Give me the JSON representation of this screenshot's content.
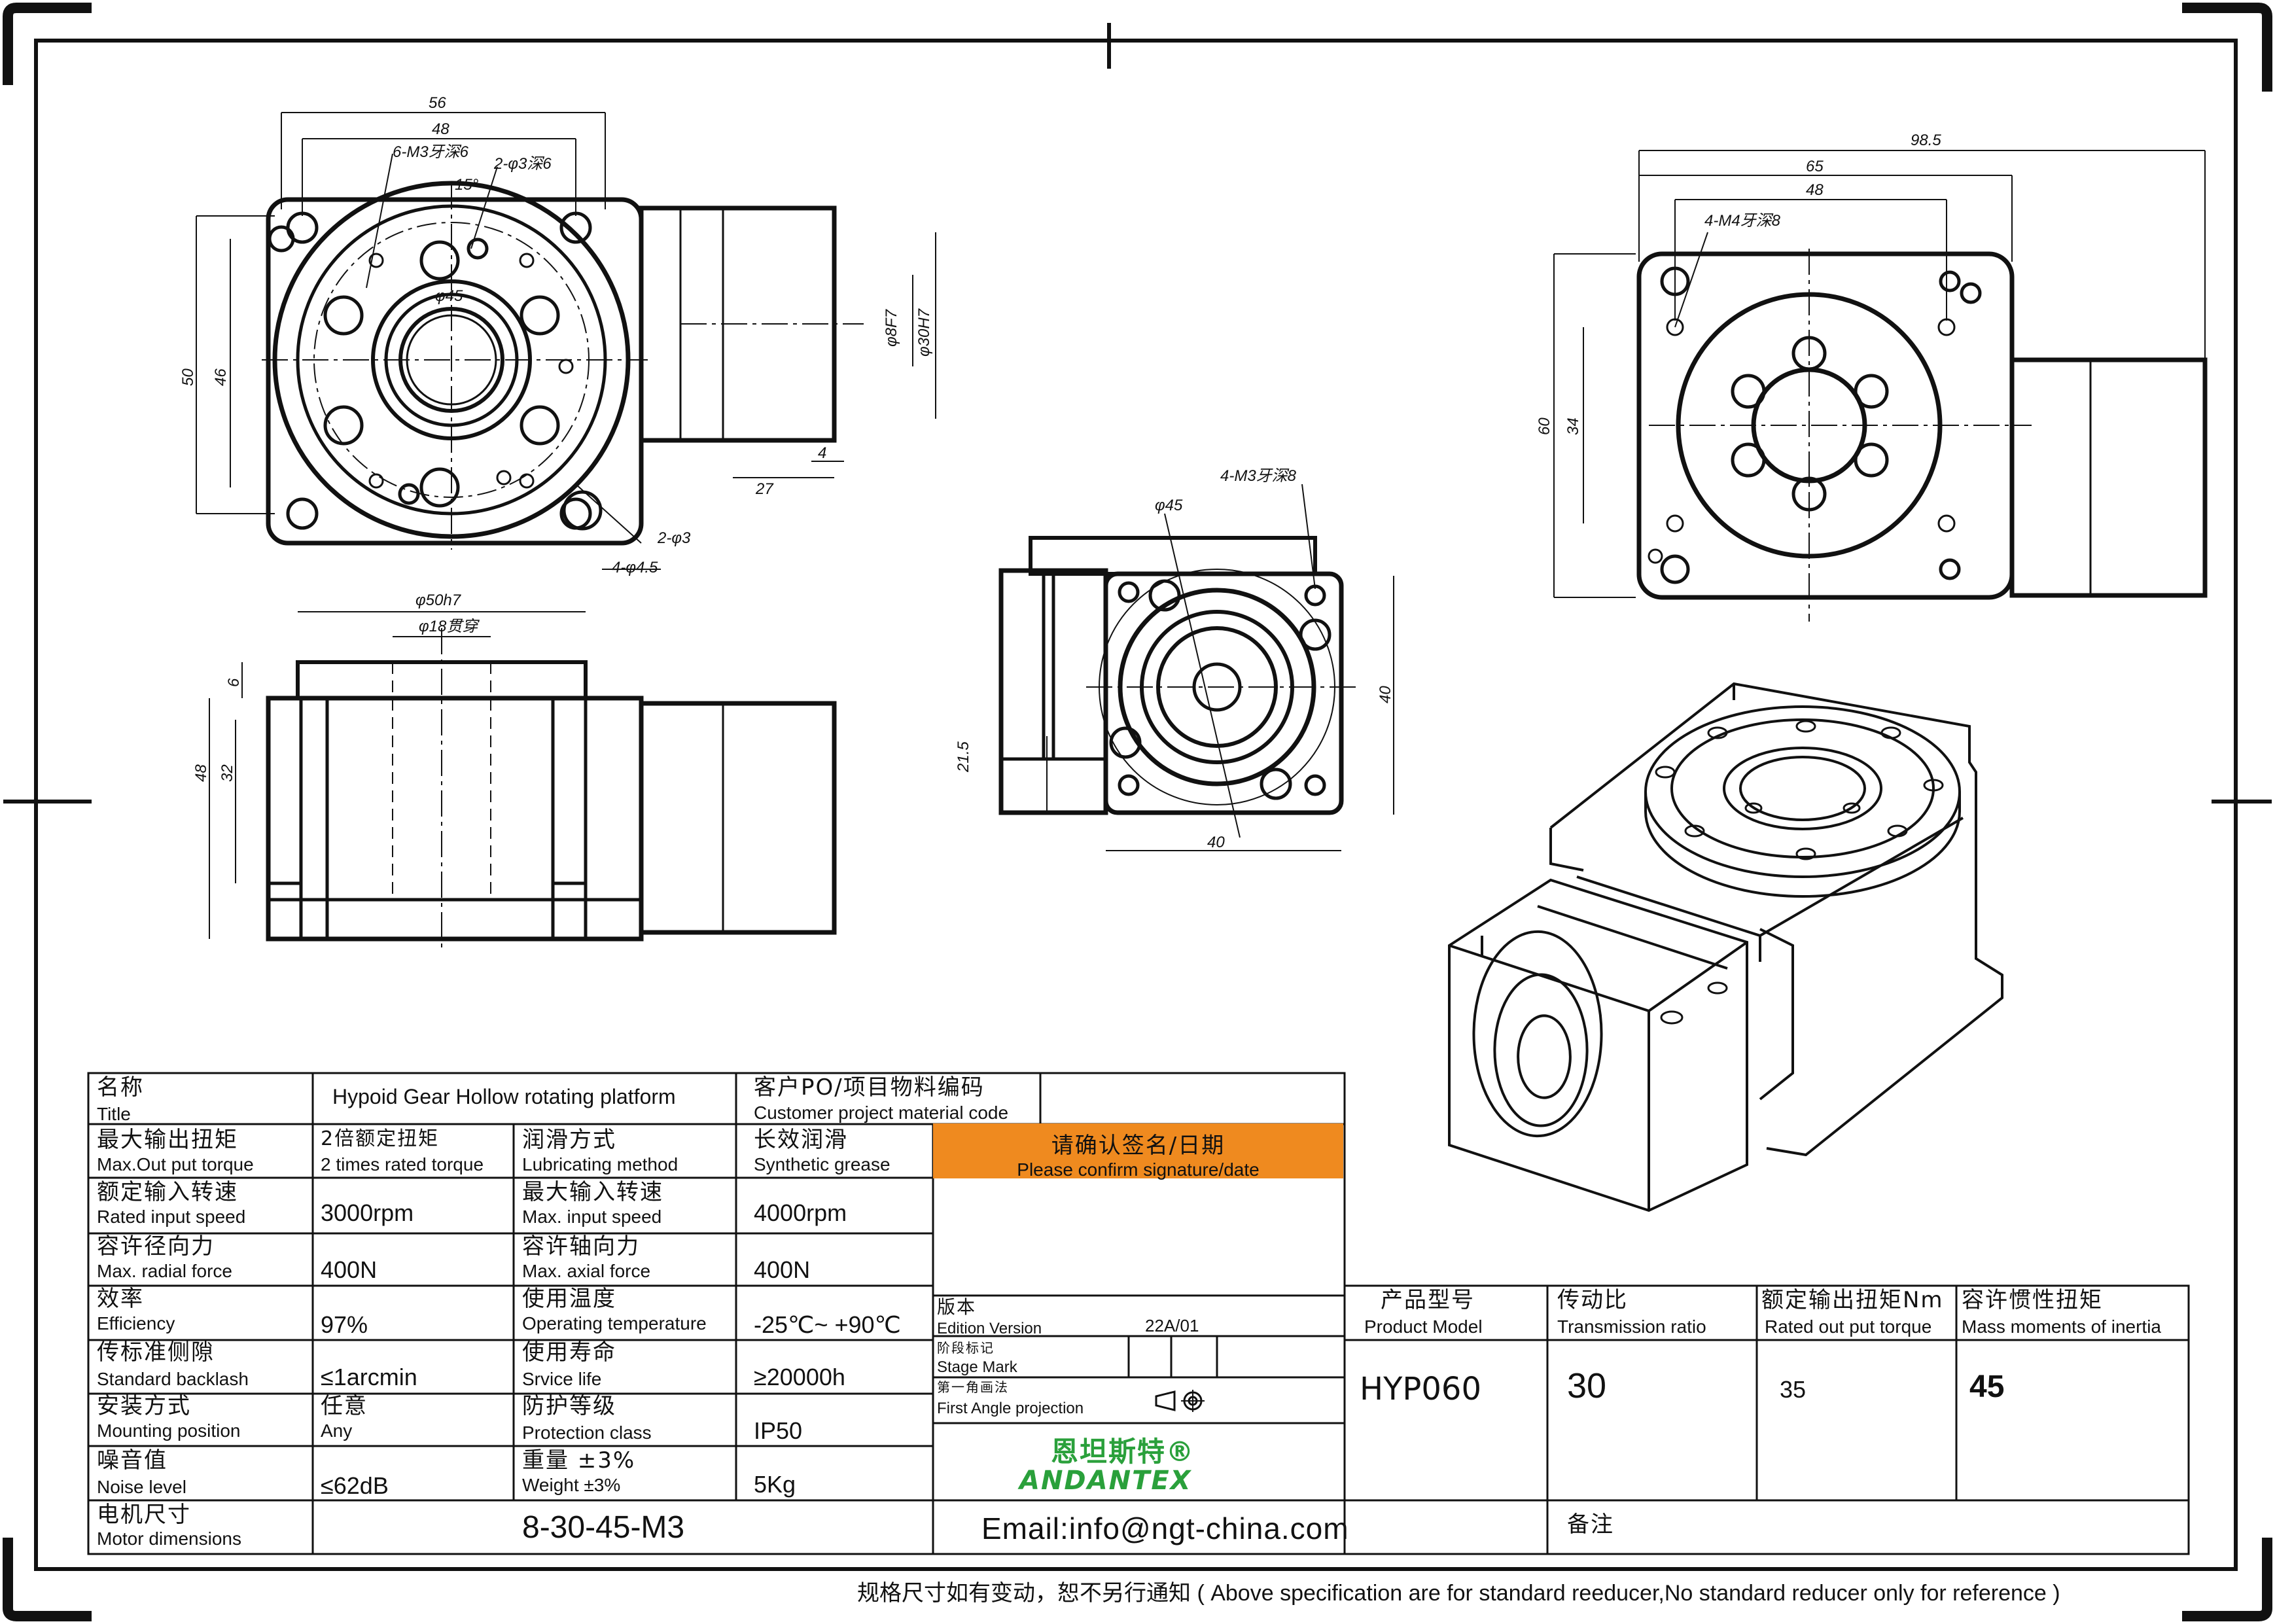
{
  "dimensions": {
    "top_left": {
      "w56": "56",
      "w48": "48",
      "m3": "6-M3牙深6",
      "hole_phi3": "2-φ3深6",
      "angle": "15°",
      "phi45": "φ45",
      "h50": "50",
      "h46": "46",
      "phi8f7": "φ8F7",
      "phi30h7": "φ30H7",
      "d4": "4",
      "d27": "27",
      "pin": "2-φ3",
      "mount": "4-φ4.5"
    },
    "bottom_left": {
      "phi50h7": "φ50h7",
      "phi18": "φ18贯穿",
      "h6": "6",
      "h48": "48",
      "h32": "32"
    },
    "middle": {
      "phi45": "φ45",
      "m3": "4-M3牙深8",
      "h215": "21.5",
      "h40": "40",
      "w40": "40"
    },
    "right": {
      "w985": "98.5",
      "w65": "65",
      "w48": "48",
      "m4": "4-M4牙深8",
      "h60": "60",
      "h34": "34"
    }
  },
  "table": {
    "name_cn": "名称",
    "name_en": "Title",
    "title_value": "Hypoid  Gear Hollow rotating platform",
    "customer_cn": "客户PO/项目物料编码",
    "customer_en": "Customer project material code",
    "max_torque_cn": "最大输出扭矩",
    "max_torque_en": "Max.Out put torque",
    "max_torque_val_cn": "2倍额定扭矩",
    "max_torque_val_en": "2 times rated torque",
    "lube_cn": "润滑方式",
    "lube_en": "Lubricating method",
    "lube_val_cn": "长效润滑",
    "lube_val_en": "Synthetic grease",
    "confirm_cn": "请确认签名/日期",
    "confirm_en": "Please confirm signature/date",
    "rated_speed_cn": "额定输入转速",
    "rated_speed_en": "Rated input speed",
    "rated_speed_val": "3000rpm",
    "max_speed_cn": "最大输入转速",
    "max_speed_en": "Max. input speed",
    "max_speed_val": "4000rpm",
    "radial_cn": "容许径向力",
    "radial_en": "Max. radial force",
    "radial_val": "400N",
    "axial_cn": "容许轴向力",
    "axial_en": "Max. axial force",
    "axial_val": "400N",
    "eff_cn": "效率",
    "eff_en": "Efficiency",
    "eff_val": "97%",
    "temp_cn": "使用温度",
    "temp_en": "Operating temperature",
    "temp_val": "-25℃~ +90℃",
    "backlash_cn": "传标准侧隙",
    "backlash_en": "Standard backlash",
    "backlash_val": "≤1arcmin",
    "life_cn": "使用寿命",
    "life_en": "Srvice life",
    "life_val": "≥20000h",
    "mount_cn": "安装方式",
    "mount_en": "Mounting position",
    "mount_val_cn": "任意",
    "mount_val_en": "Any",
    "protect_cn": "防护等级",
    "protect_en": "Protection class",
    "protect_val": "IP50",
    "noise_cn": "噪音值",
    "noise_en": "Noise level",
    "noise_val": "≤62dB",
    "weight_cn": "重量 ±3%",
    "weight_en": "Weight ±3%",
    "weight_val": "5Kg",
    "motor_cn": "电机尺寸",
    "motor_en": "Motor dimensions",
    "motor_val": "8-30-45-M3",
    "version_cn": "版本",
    "version_en": "Edition Version",
    "version_val": "22A/01",
    "stage_cn": "阶段标记",
    "stage_en": "Stage Mark",
    "proj_cn": "第一角画法",
    "proj_en": "First Angle projection",
    "model_cn": "产品型号",
    "model_en": "Product Model",
    "model_val": "HYP060",
    "ratio_cn": "传动比",
    "ratio_en": "Transmission ratio",
    "ratio_val": "30",
    "rated_out_cn": "额定输出扭矩Nm",
    "rated_out_en": "Rated out put torque",
    "rated_out_val": "35",
    "inertia_cn": "容许惯性扭矩",
    "inertia_en": "Mass moments of inertia",
    "inertia_val": "45",
    "email": "Email:info@ngt-china.com",
    "remarks_cn": "备注",
    "brand_cn": "恩坦斯特®",
    "brand_en": "ANDANTEX"
  },
  "footer": "规格尺寸如有变动，恕不另行通知  ( Above specification are for standard reeducer,No standard reducer only for reference )",
  "colors": {
    "confirm_bg": "#ef8a1f",
    "brand": "#2aa03b",
    "line": "#111111"
  }
}
